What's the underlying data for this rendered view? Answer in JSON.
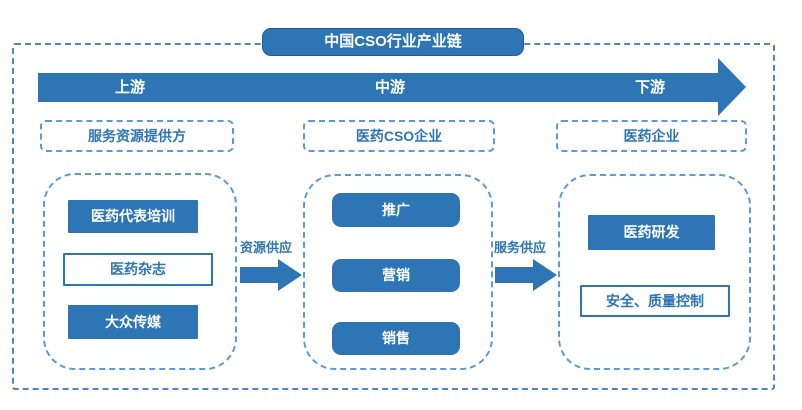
{
  "title": "中国CSO行业产业链",
  "flow_arrow": {
    "labels": [
      "上游",
      "中游",
      "下游"
    ]
  },
  "columns": [
    {
      "header": "服务资源提供方",
      "items": [
        {
          "label": "医药代表培训",
          "style": "filled"
        },
        {
          "label": "医药杂志",
          "style": "outline"
        },
        {
          "label": "大众传媒",
          "style": "filled"
        }
      ]
    },
    {
      "header": "医药CSO企业",
      "items": [
        {
          "label": "推广",
          "style": "filled"
        },
        {
          "label": "营销",
          "style": "filled"
        },
        {
          "label": "销售",
          "style": "filled"
        }
      ]
    },
    {
      "header": "医药企业",
      "items": [
        {
          "label": "医药研发",
          "style": "filled"
        },
        {
          "label": "安全、质量控制",
          "style": "outline"
        }
      ]
    }
  ],
  "connectors": [
    {
      "label": "资源供应"
    },
    {
      "label": "服务供应"
    }
  ],
  "colors": {
    "primary_blue": "#2E75B6",
    "dash_blue": "#5B9BD5",
    "outer_dash_blue": "#4E86C6",
    "text_white": "#FFFFFF"
  }
}
